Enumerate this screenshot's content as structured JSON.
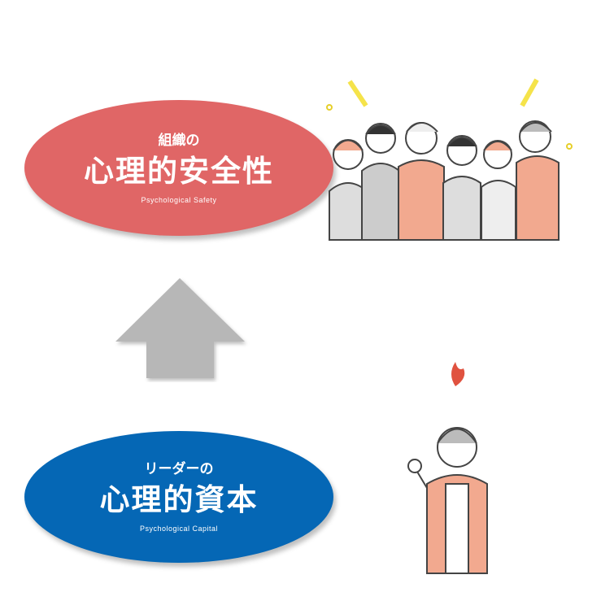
{
  "top": {
    "subtitle": "組織の",
    "title": "心理的安全性",
    "english": "Psychological Safety",
    "color": "#e06666"
  },
  "bottom": {
    "subtitle": "リーダーの",
    "title": "心理的資本",
    "english": "Psychological Capital",
    "color": "#0567b5"
  },
  "arrow": {
    "direction": "up",
    "color": "#b7b7b7"
  },
  "illustrations": {
    "group": "cheering-team-icon",
    "leader": "motivated-leader-icon"
  }
}
